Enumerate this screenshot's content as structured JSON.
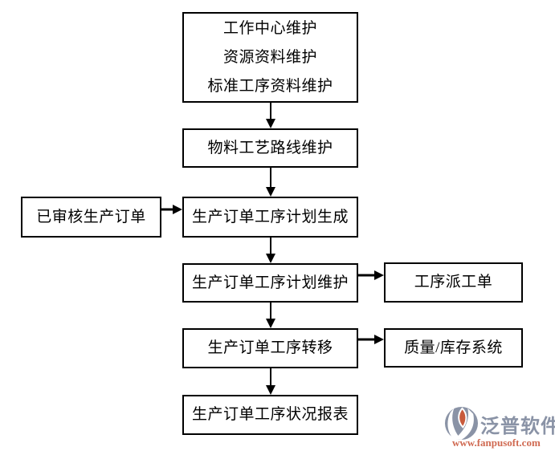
{
  "diagram": {
    "nodes": {
      "master_data": {
        "lines": [
          "工作中心维护",
          "资源资料维护",
          "标准工序资料维护"
        ]
      },
      "routing": {
        "label": "物料工艺路线维护"
      },
      "approved_order": {
        "label": "已审核生产订单"
      },
      "plan_generate": {
        "label": "生产订单工序计划生成"
      },
      "plan_maintain": {
        "label": "生产订单工序计划维护"
      },
      "dispatch_order": {
        "label": "工序派工单"
      },
      "transfer": {
        "label": "生产订单工序转移"
      },
      "quality_inventory": {
        "label": "质量/库存系统"
      },
      "status_report": {
        "label": "生产订单工序状况报表"
      }
    },
    "edges": [
      {
        "from": "master_data",
        "to": "routing"
      },
      {
        "from": "routing",
        "to": "plan_generate"
      },
      {
        "from": "approved_order",
        "to": "plan_generate"
      },
      {
        "from": "plan_generate",
        "to": "plan_maintain"
      },
      {
        "from": "plan_maintain",
        "to": "dispatch_order"
      },
      {
        "from": "plan_maintain",
        "to": "transfer"
      },
      {
        "from": "transfer",
        "to": "quality_inventory"
      },
      {
        "from": "transfer",
        "to": "status_report"
      }
    ],
    "colors": {
      "box_border": "#000000",
      "box_bg": "#ffffff",
      "text": "#000000",
      "arrow": "#000000"
    }
  },
  "watermark": {
    "brand": "泛普软件",
    "url": "www.fanpusoft.com",
    "brand_color": "#8a93a6",
    "accent_color": "#c85a3c",
    "url_color": "#d06a52"
  }
}
